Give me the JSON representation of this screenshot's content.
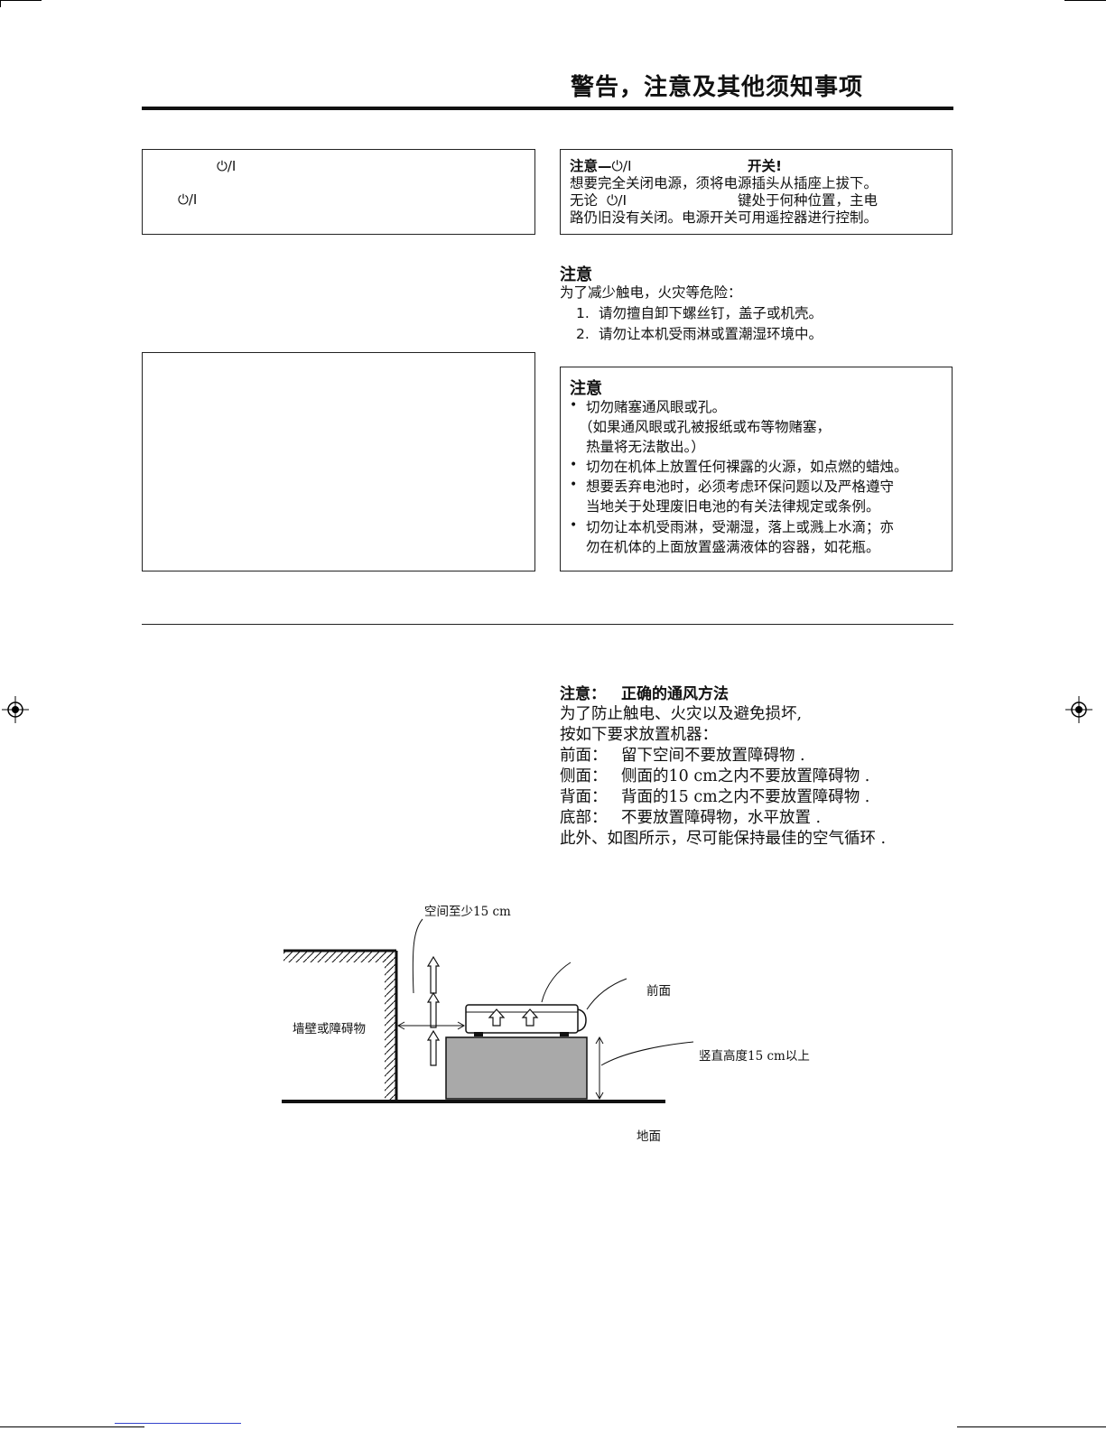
{
  "page": {
    "title": "警告，注意及其他须知事项",
    "power_symbol": "⏻/I"
  },
  "caution_power": {
    "head_prefix": "注意—",
    "head_symbol": "⏻/I",
    "head_suffix": "开关!",
    "line1": "想要完全关闭电源，须将电源插头从插座上拔下。",
    "line2_prefix": "无论",
    "line2_symbol": "⏻/I",
    "line2_suffix": "键处于何种位置，主电",
    "line3": "路仍旧没有关闭。电源开关可用遥控器进行控制。"
  },
  "caution_shock": {
    "title": "注意",
    "intro": "为了减少触电，火灾等危险：",
    "items": [
      {
        "num": "1.",
        "text": "请勿擅自卸下螺丝钉，盖子或机壳。"
      },
      {
        "num": "2.",
        "text": "请勿让本机受雨淋或置潮湿环境中。"
      }
    ]
  },
  "caution_vent": {
    "title": "注意",
    "bullets": [
      {
        "lines": [
          "切勿赌塞通风眼或孔。",
          "（如果通风眼或孔被报纸或布等物赌塞，",
          "热量将无法散出。）"
        ]
      },
      {
        "lines": [
          "切勿在机体上放置任何裸露的火源，如点燃的蜡烛。"
        ]
      },
      {
        "lines": [
          "想要丢弃电池时，必须考虑环保问题以及严格遵守",
          "当地关于处理废旧电池的有关法律规定或条例。"
        ]
      },
      {
        "lines": [
          "切勿让本机受雨淋，受潮湿，落上或溅上水滴；亦",
          "勿在机体的上面放置盛满液体的容器，如花瓶。"
        ]
      }
    ]
  },
  "ventilation": {
    "head_label": "注意：",
    "head_title": "正确的通风方法",
    "lines": [
      "为了防止触电、火灾以及避免损坏,",
      "按如下要求放置机器："
    ],
    "rows": [
      {
        "label": "前面：",
        "text": "留下空间不要放置障碍物 ."
      },
      {
        "label": "侧面：",
        "text": "侧面的10 cm之内不要放置障碍物 ."
      },
      {
        "label": "背面：",
        "text": "背面的15 cm之内不要放置障碍物 ."
      },
      {
        "label": "底部：",
        "text": "不要放置障碍物，水平放置 ."
      }
    ],
    "closing": "此外、如图所示，尽可能保持最佳的空气循环 ."
  },
  "diagram": {
    "label_space": "空间至少15 cm",
    "label_front": "前面",
    "label_wall": "墙壁或障碍物",
    "label_height": "竖直高度15 cm以上",
    "label_floor": "地面"
  },
  "colors": {
    "ink": "#111111",
    "platform": "#a9a9a9",
    "link_underline": "#3344cc"
  }
}
